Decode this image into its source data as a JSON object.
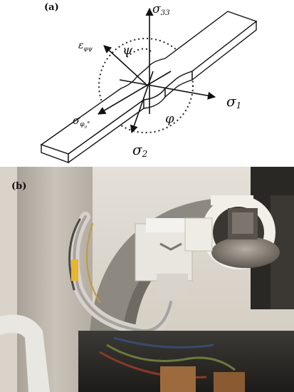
{
  "panel_a": {
    "label": "(a)",
    "symbols": {
      "sigma33": "σ33",
      "epsilon": "εφψ",
      "psi": "ψ",
      "sigma1": "σ1",
      "sigma_phi0": "σφ0°",
      "phi": "φ",
      "sigma2": "σ2"
    }
  },
  "panel_b": {
    "label": "(b)"
  }
}
